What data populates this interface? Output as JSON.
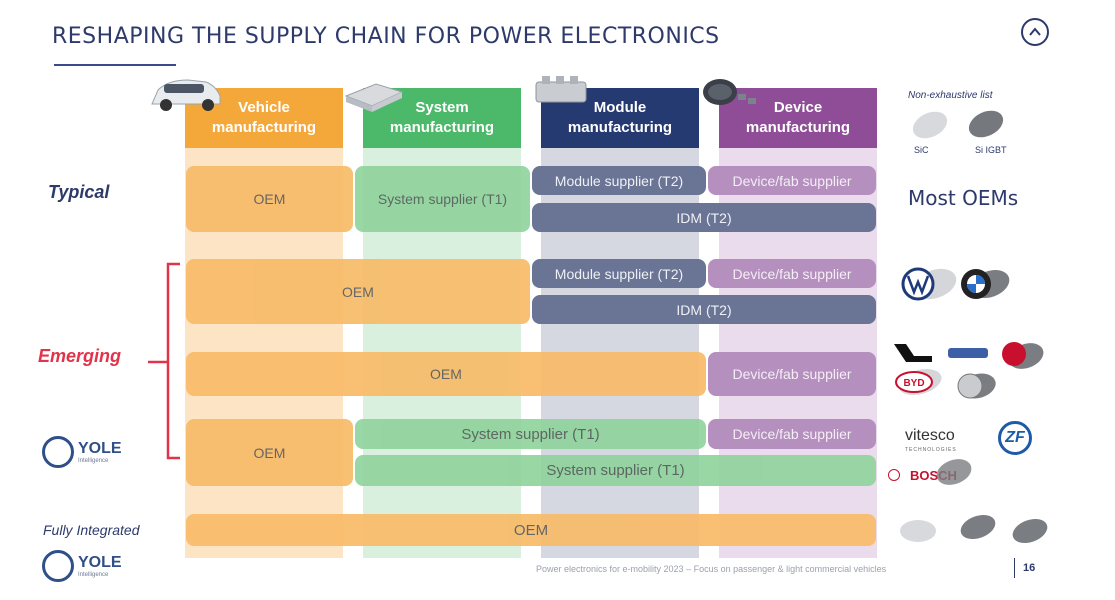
{
  "title": "RESHAPING THE SUPPLY CHAIN FOR POWER ELECTRONICS",
  "columns": {
    "vehicle": "Vehicle\nmanufacturing",
    "system": "System\nmanufacturing",
    "module": "Module\nmanufacturing",
    "device": "Device\nmanufacturing"
  },
  "colors": {
    "vehicle": "#f5a83a",
    "system": "#4cb96a",
    "module": "#263a72",
    "device": "#8e4d96",
    "vehicle_bg": "#fde4c4",
    "system_bg": "#d9f0de",
    "module_bg": "#d5d8e0",
    "device_bg": "#eadcec"
  },
  "rows": {
    "typical": "Typical",
    "emerging": "Emerging",
    "fully_integrated": "Fully Integrated"
  },
  "cells": {
    "oem": "OEM",
    "system_supplier": "System supplier (T1)",
    "module_supplier": "Module supplier (T2)",
    "device_fab_supplier": "Device/fab supplier",
    "idm": "IDM (T2)"
  },
  "legend": {
    "note": "Non-exhaustive list",
    "sic": "SiC",
    "si_igbt": "Si IGBT"
  },
  "right": {
    "most_oems": "Most OEMs",
    "vitesco": "vitesco",
    "vitesco_sub": "TECHNOLOGIES",
    "zf": "ZF",
    "bosch": "BOSCH",
    "byd": "BYD"
  },
  "brand": {
    "name": "YOLE",
    "sub": "Intelligence"
  },
  "footer": "Power electronics for e-mobility 2023 – Focus on passenger & light commercial vehicles",
  "page_number": "16",
  "icons": [
    "car-image",
    "system-module-image",
    "power-module-image",
    "wafer-image",
    "chevron-up-icon",
    "yole-logo"
  ]
}
